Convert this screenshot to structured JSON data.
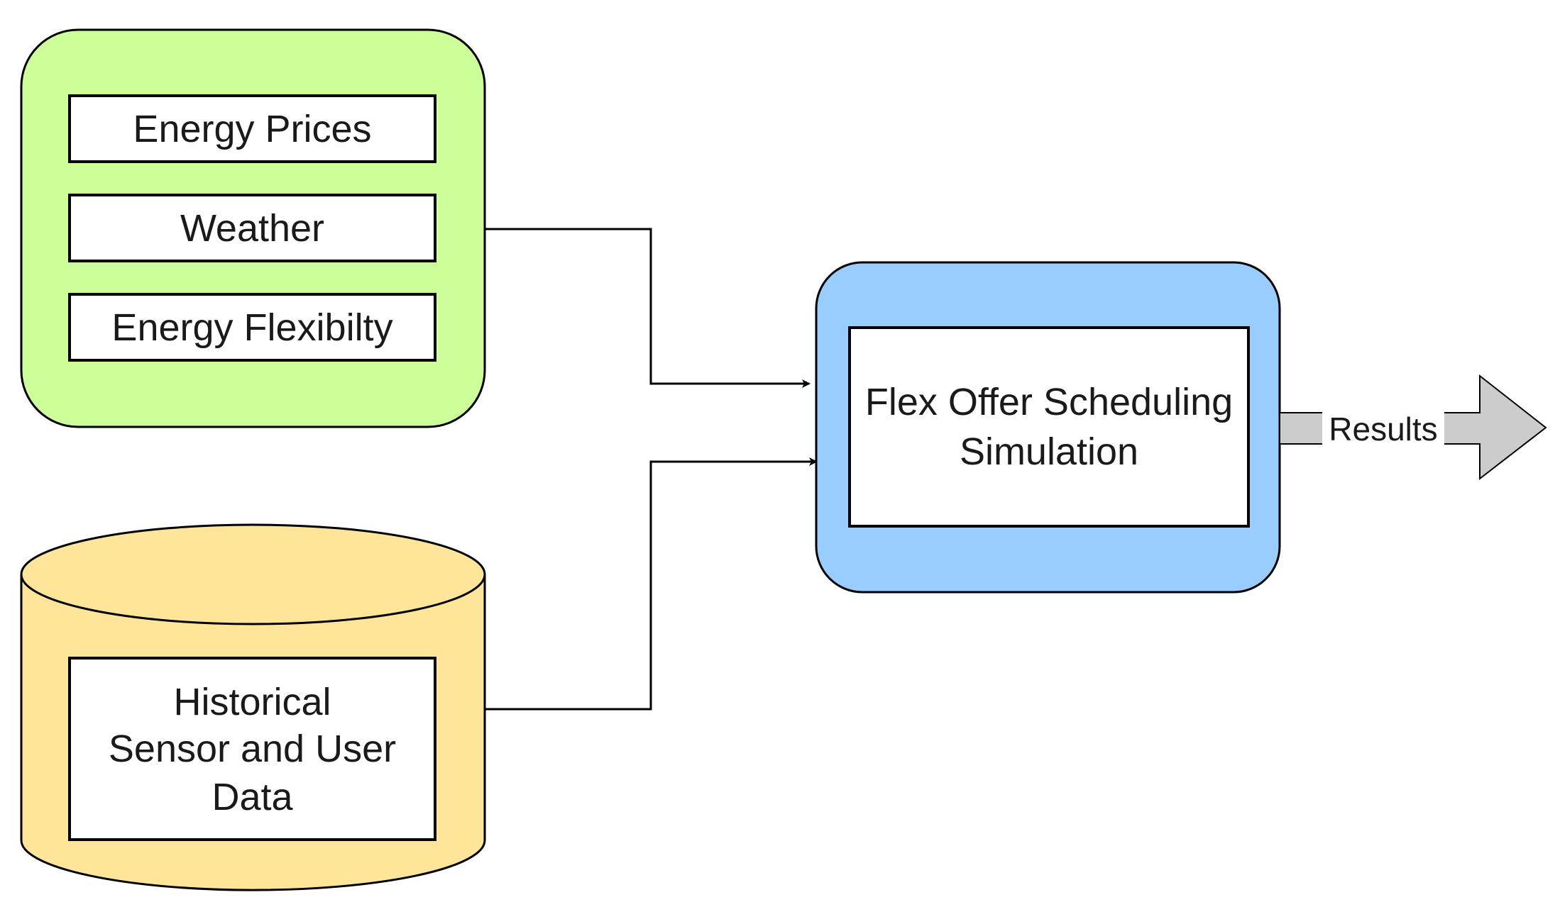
{
  "inputs_group": {
    "items": [
      {
        "label": "Energy Prices"
      },
      {
        "label": "Weather"
      },
      {
        "label": "Energy Flexibilty"
      }
    ]
  },
  "data_store": {
    "lines": [
      "Historical",
      "Sensor and User",
      "Data"
    ]
  },
  "simulation": {
    "lines": [
      "Flex Offer Scheduling",
      "Simulation"
    ]
  },
  "output": {
    "label": "Results"
  },
  "colors": {
    "inputs_fill": "#ccff99",
    "store_fill": "#ffe599",
    "simulation_fill": "#99ccff",
    "arrow_fill": "#cccccc",
    "stroke": "#000000"
  }
}
